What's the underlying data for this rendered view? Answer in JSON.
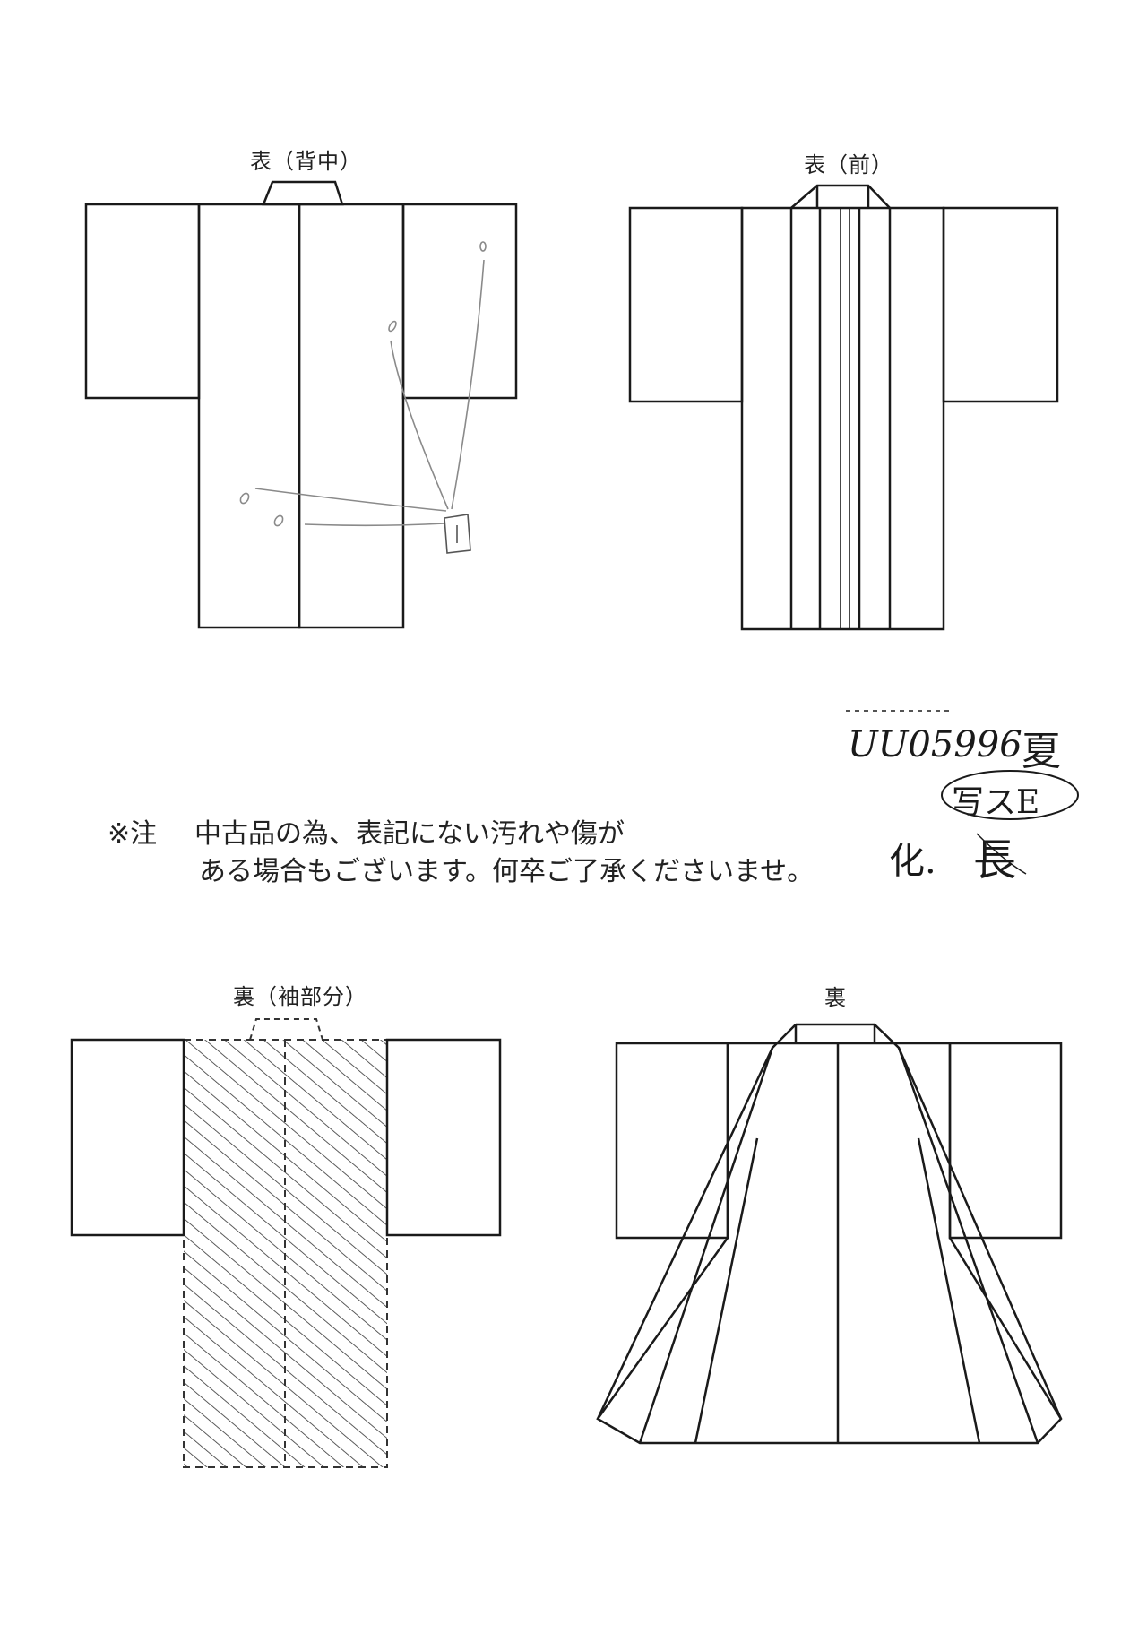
{
  "labels": {
    "front_back": "表（背中）",
    "front_front": "表（前）",
    "lining_sleeve": "裏（袖部分）",
    "lining": "裏"
  },
  "notice": {
    "mark": "※注",
    "line1": "中古品の為、表記にない汚れや傷が",
    "line2": "ある場合もございます。何卒ご了承くださいませ。"
  },
  "handwritten": {
    "code": "UU05996",
    "season": "夏",
    "stamp": "写スE",
    "material": "化.",
    "length": "長"
  },
  "colors": {
    "line": "#1a1a1a",
    "pencil": "#8a8a8a",
    "paper": "#ffffff"
  }
}
